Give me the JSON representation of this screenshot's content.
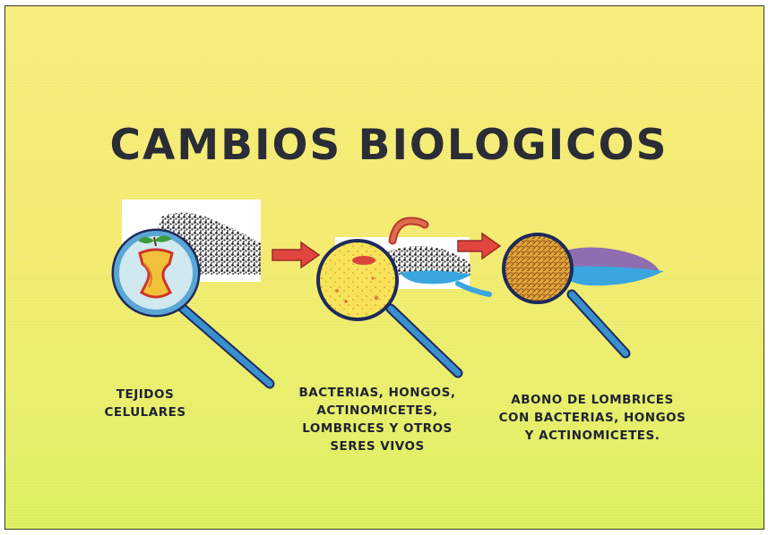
{
  "title": "CAMBIOS BIOLOGICOS",
  "stages": [
    {
      "lines": [
        "TEJIDOS",
        "CELULARES"
      ],
      "icon": "apple-core-icon"
    },
    {
      "lines": [
        "BACTERIAS, HONGOS,",
        "ACTINOMICETES,",
        "LOMBRICES Y OTROS",
        "SERES VIVOS"
      ],
      "icon": "microbe-circle-icon"
    },
    {
      "lines": [
        "ABONO DE LOMBRICES",
        "CON BACTERIAS, HONGOS",
        "Y ACTINOMICETES."
      ],
      "icon": "compost-circle-icon"
    }
  ],
  "colors": {
    "background_top": "#f6ec78",
    "background_bottom": "#dcef5c",
    "title": "#2a2d35",
    "arrow": "#e0453f",
    "magnifier_handle": "#3a8fd0"
  }
}
